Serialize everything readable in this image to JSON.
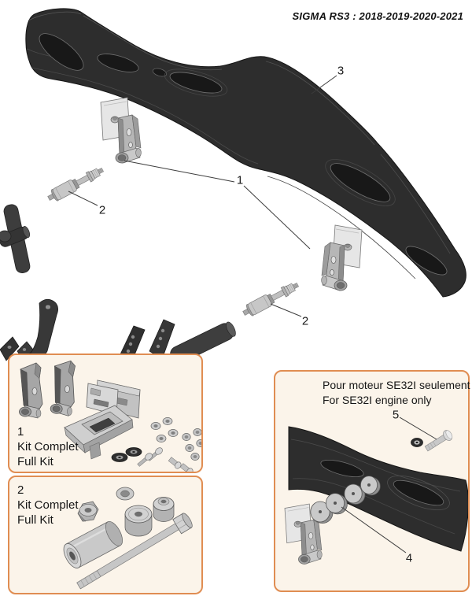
{
  "page": {
    "title": "SIGMA RS3 : 2018-2019-2020-2021"
  },
  "callouts": {
    "bracket_assembly": "1",
    "bolt_assembly_left": "2",
    "bolt_assembly_right": "2",
    "bumper": "3",
    "spacer_washers": "4",
    "screw": "5"
  },
  "kit1": {
    "number": "1",
    "label_fr": "Kit Complet",
    "label_en": "Full Kit"
  },
  "kit2": {
    "number": "2",
    "label_fr": "Kit Complet",
    "label_en": "Full Kit"
  },
  "se32i_note": {
    "line_fr": "Pour moteur SE32I seulement",
    "line_en": "For SE32I engine only"
  },
  "colors": {
    "box_border": "#e08d52",
    "box_fill": "#fbf4ea",
    "part_dark": "#2d2d2d",
    "metal_light": "#d9d9d9",
    "leader_line": "#3c3c3c"
  }
}
